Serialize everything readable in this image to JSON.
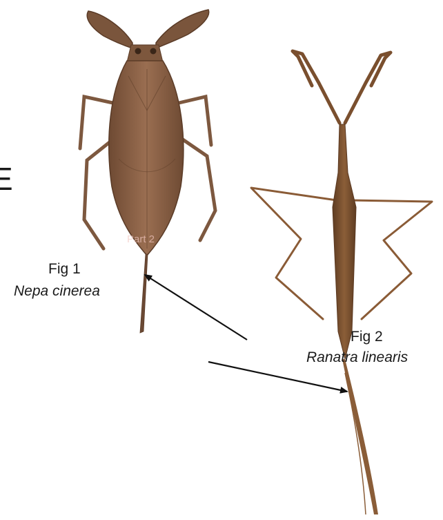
{
  "figures": [
    {
      "caption": "Fig 1",
      "species": "Nepa cinerea"
    },
    {
      "caption": "Fig 2",
      "species": "Ranatra linearis"
    }
  ],
  "watermark": "Part 2",
  "edge_text": "E",
  "colors": {
    "body_dark": "#6e4a33",
    "body_mid": "#8b6246",
    "body_light": "#a47a5c",
    "ranatra": "#7a4f2e",
    "arrow": "#111111"
  }
}
